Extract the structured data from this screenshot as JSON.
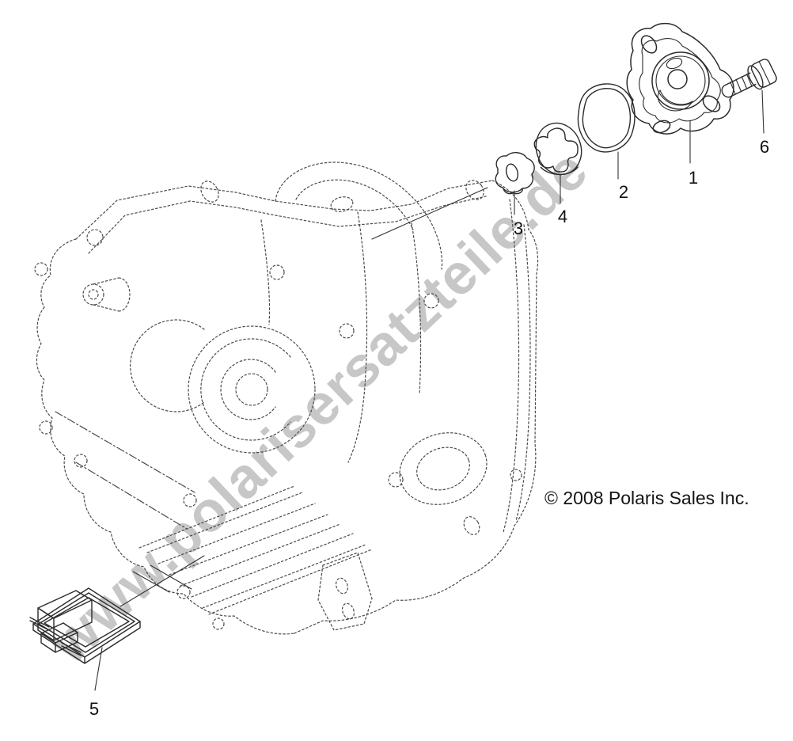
{
  "diagram": {
    "watermark": "www.polarisersatzteile.de",
    "copyright": "© 2008 Polaris Sales Inc.",
    "callouts": [
      {
        "label": "1"
      },
      {
        "label": "2"
      },
      {
        "label": "3"
      },
      {
        "label": "4"
      },
      {
        "label": "5"
      },
      {
        "label": "6"
      }
    ],
    "colors": {
      "background": "#ffffff",
      "case_line": "#4a4a4a",
      "part_line": "#2b2b2b",
      "watermark": "#c7c7c7",
      "label_text": "#111111"
    }
  }
}
